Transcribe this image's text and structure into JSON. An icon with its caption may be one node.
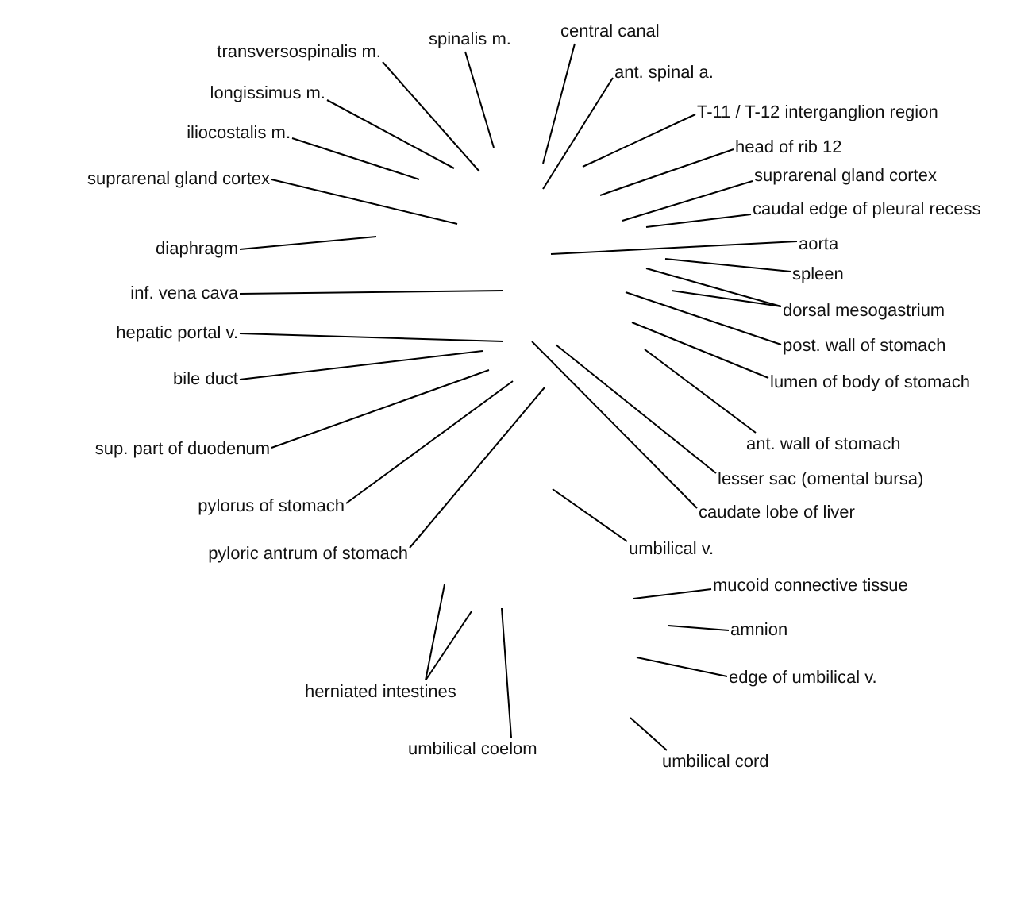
{
  "diagram": {
    "nodes": [
      {
        "text": [
          "central canal"
        ]
      },
      {
        "text": [
          "spinalis m."
        ]
      },
      {
        "text": [
          "transversospinalis m."
        ]
      },
      {
        "text": [
          "ant. spinal a."
        ]
      },
      {
        "text": [
          "longissimus m."
        ]
      },
      {
        "text": [
          "T-11 / T-12 interganglion region"
        ]
      },
      {
        "text": [
          "iliocostalis m."
        ]
      },
      {
        "text": [
          "head of rib 12"
        ]
      },
      {
        "text": [
          "suprarenal gland cortex"
        ]
      },
      {
        "text": [
          "suprarenal gland cortex"
        ]
      },
      {
        "text": [
          "caudal edge of pleural recess"
        ]
      },
      {
        "text": [
          "aorta"
        ]
      },
      {
        "text": [
          "diaphragm"
        ]
      },
      {
        "text": [
          "spleen"
        ]
      },
      {
        "text": [
          "inf. vena cava"
        ]
      },
      {
        "text": [
          "dorsal mesogastrium"
        ]
      },
      {
        "text": [
          "hepatic portal v."
        ]
      },
      {
        "text": [
          "post. wall of stomach"
        ]
      },
      {
        "text": [
          "bile duct"
        ]
      },
      {
        "text": [
          "lumen of body of stomach"
        ]
      },
      {
        "text": [
          "ant. wall of stomach"
        ]
      },
      {
        "text": [
          "sup. part of duodenum"
        ]
      },
      {
        "text": [
          "lesser sac (omental bursa)"
        ]
      },
      {
        "text": [
          "pylorus of stomach"
        ]
      },
      {
        "text": [
          "caudate lobe of liver"
        ]
      },
      {
        "text": [
          "umbilical v."
        ]
      },
      {
        "text": [
          "pyloric antrum of stomach"
        ]
      },
      {
        "text": [
          "mucoid connective tissue"
        ]
      },
      {
        "text": [
          "amnion"
        ]
      },
      {
        "text": [
          "edge of umbilical v."
        ]
      },
      {
        "text": [
          "herniated intestines"
        ]
      },
      {
        "text": [
          "umbilical coelom"
        ]
      },
      {
        "text": [
          "umbilical cord"
        ]
      }
    ],
    "edges": [
      {
        "from": 0,
        "to": null,
        "arrow": "none"
      },
      {
        "from": 1,
        "to": null,
        "arrow": "none"
      },
      {
        "from": 2,
        "to": null,
        "arrow": "none"
      },
      {
        "from": 3,
        "to": null,
        "arrow": "none"
      },
      {
        "from": 4,
        "to": null,
        "arrow": "none"
      },
      {
        "from": 5,
        "to": null,
        "arrow": "none"
      },
      {
        "from": 6,
        "to": null,
        "arrow": "none"
      },
      {
        "from": 7,
        "to": null,
        "arrow": "none"
      },
      {
        "from": 8,
        "to": null,
        "arrow": "none"
      },
      {
        "from": 9,
        "to": null,
        "arrow": "none"
      },
      {
        "from": 10,
        "to": null,
        "arrow": "none"
      },
      {
        "from": 11,
        "to": null,
        "arrow": "none"
      },
      {
        "from": 12,
        "to": null,
        "arrow": "none"
      },
      {
        "from": 13,
        "to": null,
        "arrow": "none"
      },
      {
        "from": 14,
        "to": null,
        "arrow": "none"
      },
      {
        "from": 15,
        "to": null,
        "arrow": "none"
      },
      {
        "from": 15,
        "to": null,
        "arrow": "none"
      },
      {
        "from": 16,
        "to": null,
        "arrow": "none"
      },
      {
        "from": 17,
        "to": null,
        "arrow": "none"
      },
      {
        "from": 18,
        "to": null,
        "arrow": "none"
      },
      {
        "from": 19,
        "to": null,
        "arrow": "none"
      },
      {
        "from": 20,
        "to": null,
        "arrow": "none"
      },
      {
        "from": 21,
        "to": null,
        "arrow": "none"
      },
      {
        "from": 22,
        "to": null,
        "arrow": "none"
      },
      {
        "from": 23,
        "to": null,
        "arrow": "none"
      },
      {
        "from": 24,
        "to": null,
        "arrow": "none"
      },
      {
        "from": 25,
        "to": null,
        "arrow": "none"
      },
      {
        "from": 26,
        "to": null,
        "arrow": "none"
      },
      {
        "from": 27,
        "to": null,
        "arrow": "none"
      },
      {
        "from": 28,
        "to": null,
        "arrow": "none"
      },
      {
        "from": 29,
        "to": null,
        "arrow": "none"
      },
      {
        "from": 30,
        "to": null,
        "arrow": "none"
      },
      {
        "from": 30,
        "to": null,
        "arrow": "none"
      },
      {
        "from": 31,
        "to": null,
        "arrow": "none"
      },
      {
        "from": 32,
        "to": null,
        "arrow": "none"
      }
    ]
  }
}
